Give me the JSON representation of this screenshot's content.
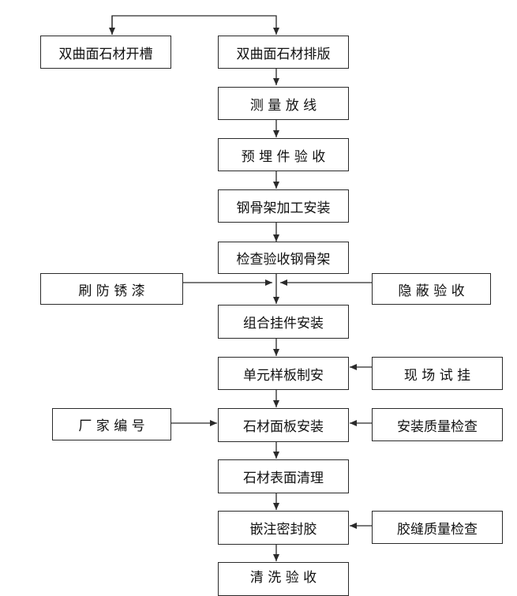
{
  "diagram": {
    "main_flow": [
      {
        "id": "main-1",
        "label": "双曲面石材排版"
      },
      {
        "id": "main-2",
        "label": "测 量 放 线"
      },
      {
        "id": "main-3",
        "label": "预 埋 件 验 收"
      },
      {
        "id": "main-4",
        "label": "钢骨架加工安装"
      },
      {
        "id": "main-5",
        "label": "检查验收钢骨架"
      },
      {
        "id": "main-6",
        "label": "组合挂件安装"
      },
      {
        "id": "main-7",
        "label": "单元样板制安"
      },
      {
        "id": "main-8",
        "label": "石材面板安装"
      },
      {
        "id": "main-9",
        "label": "石材表面清理"
      },
      {
        "id": "main-10",
        "label": "嵌注密封胶"
      },
      {
        "id": "main-11",
        "label": "清 洗 验 收"
      }
    ],
    "side_nodes": [
      {
        "id": "side-groove",
        "label": "双曲面石材开槽"
      },
      {
        "id": "side-paint",
        "label": "刷 防 锈 漆"
      },
      {
        "id": "side-concealed",
        "label": "隐 蔽 验 收"
      },
      {
        "id": "side-trial",
        "label": "现 场 试 挂"
      },
      {
        "id": "side-numbering",
        "label": "厂 家 编 号"
      },
      {
        "id": "side-install-qc",
        "label": "安装质量检查"
      },
      {
        "id": "side-sealant-qc",
        "label": "胶缝质量检查"
      }
    ]
  },
  "colors": {
    "line": "#2a2a2a",
    "box_border": "#2a2a2a",
    "text": "#111111"
  }
}
